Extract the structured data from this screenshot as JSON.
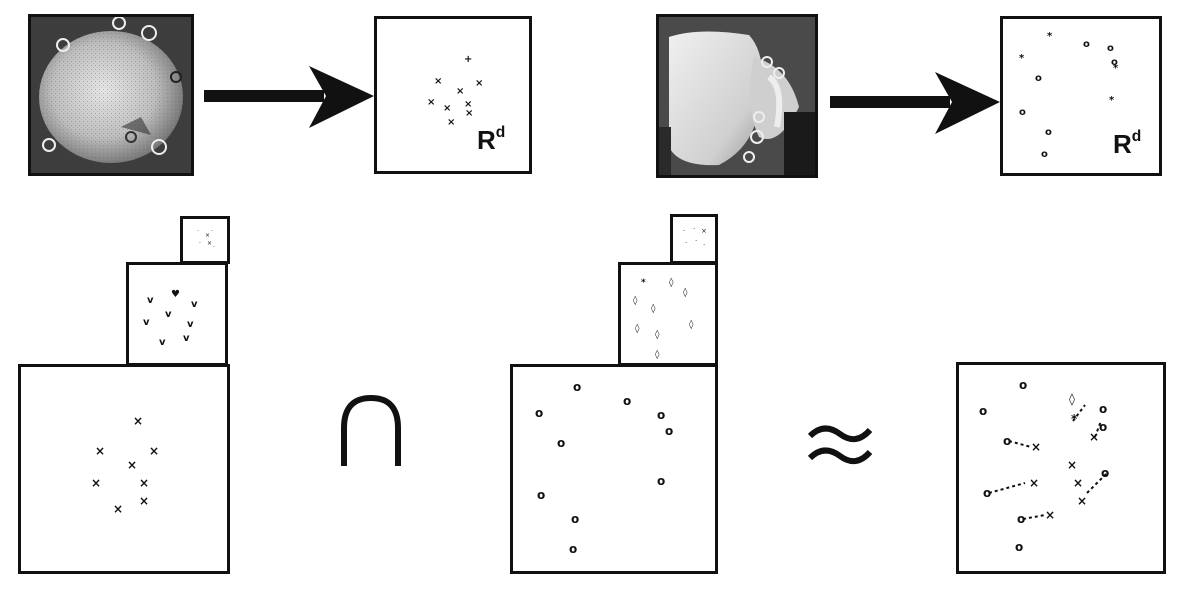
{
  "top_row": {
    "left_example": {
      "image_name": "image-1",
      "feature_space_label": "R",
      "feature_space_exponent": "d"
    },
    "right_example": {
      "image_name": "image-2",
      "feature_space_label": "R",
      "feature_space_exponent": "d"
    }
  },
  "bottom_row": {
    "intersection_symbol": "∩",
    "approx_symbol": "≈"
  },
  "marker_glyphs": {
    "cross": "×",
    "circle": "o",
    "diamond": "◊",
    "chevron": "v"
  },
  "colors": {
    "ink": "#111111",
    "paper": "#ffffff",
    "photo_dark": "#3a3a3a",
    "photo_mid": "#8a8a8a",
    "photo_light": "#d8d8d8"
  }
}
